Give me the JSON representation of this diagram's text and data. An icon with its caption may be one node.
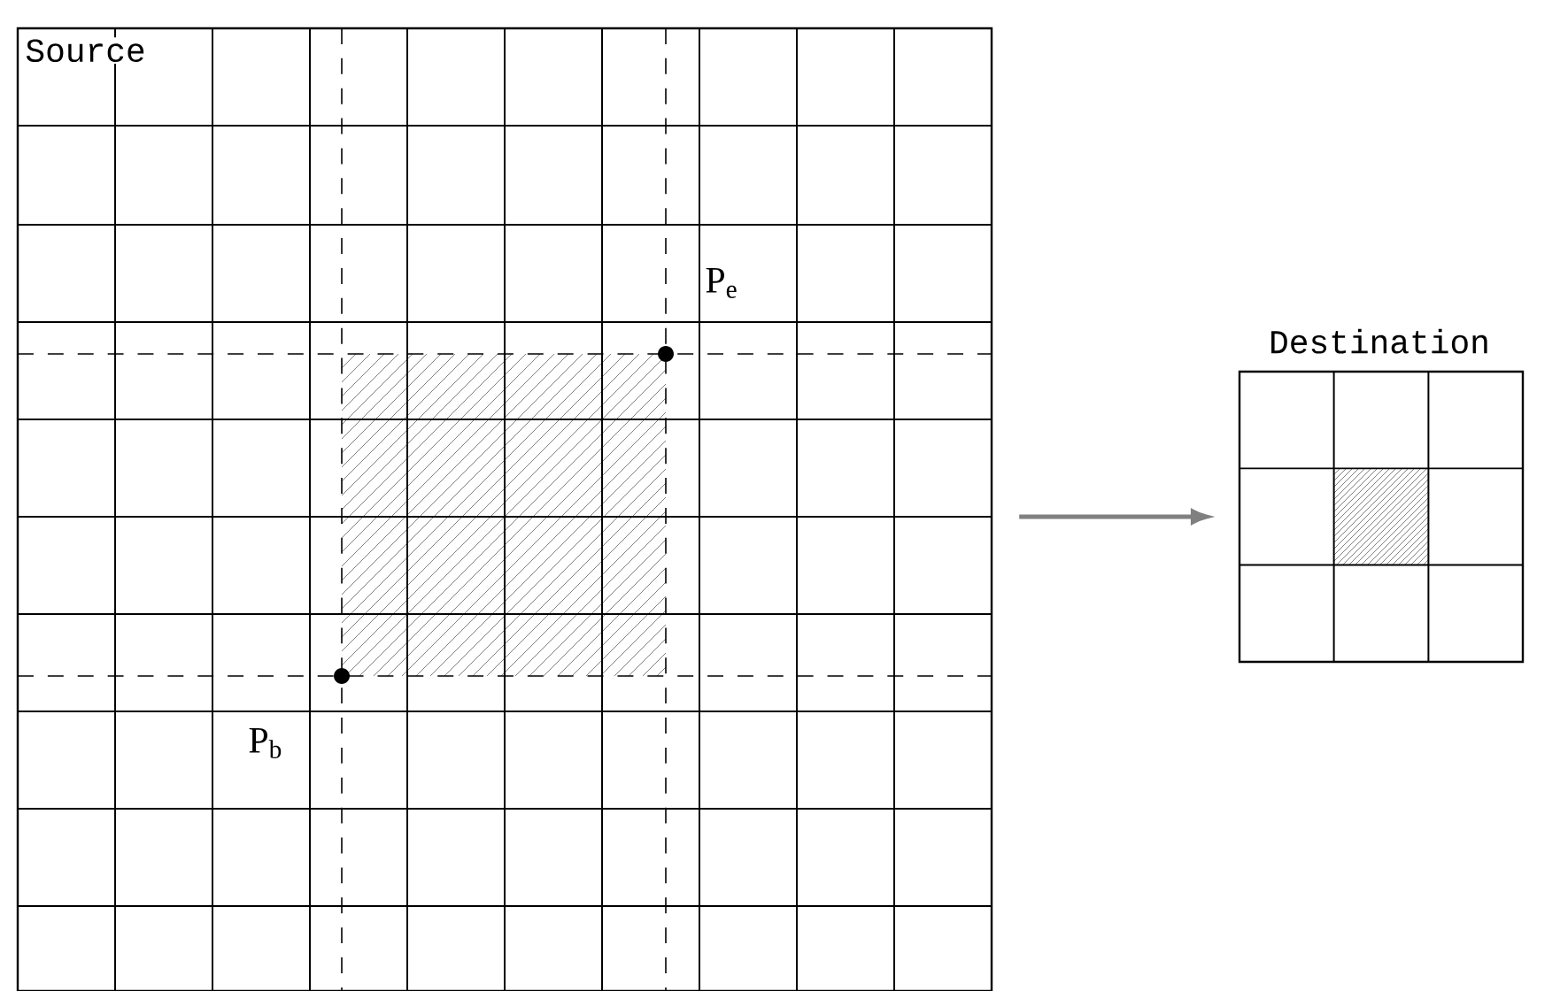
{
  "diagram": {
    "nodes": [
      {
        "text": [
          "Source"
        ]
      },
      {
        "text": [
          "Destination"
        ]
      }
    ],
    "edges": [
      {
        "from": 0,
        "to": 1,
        "arrow": "to",
        "color": "#808080"
      }
    ],
    "labels": [
      "P$_{e}$",
      "P$_{b}$"
    ]
  }
}
